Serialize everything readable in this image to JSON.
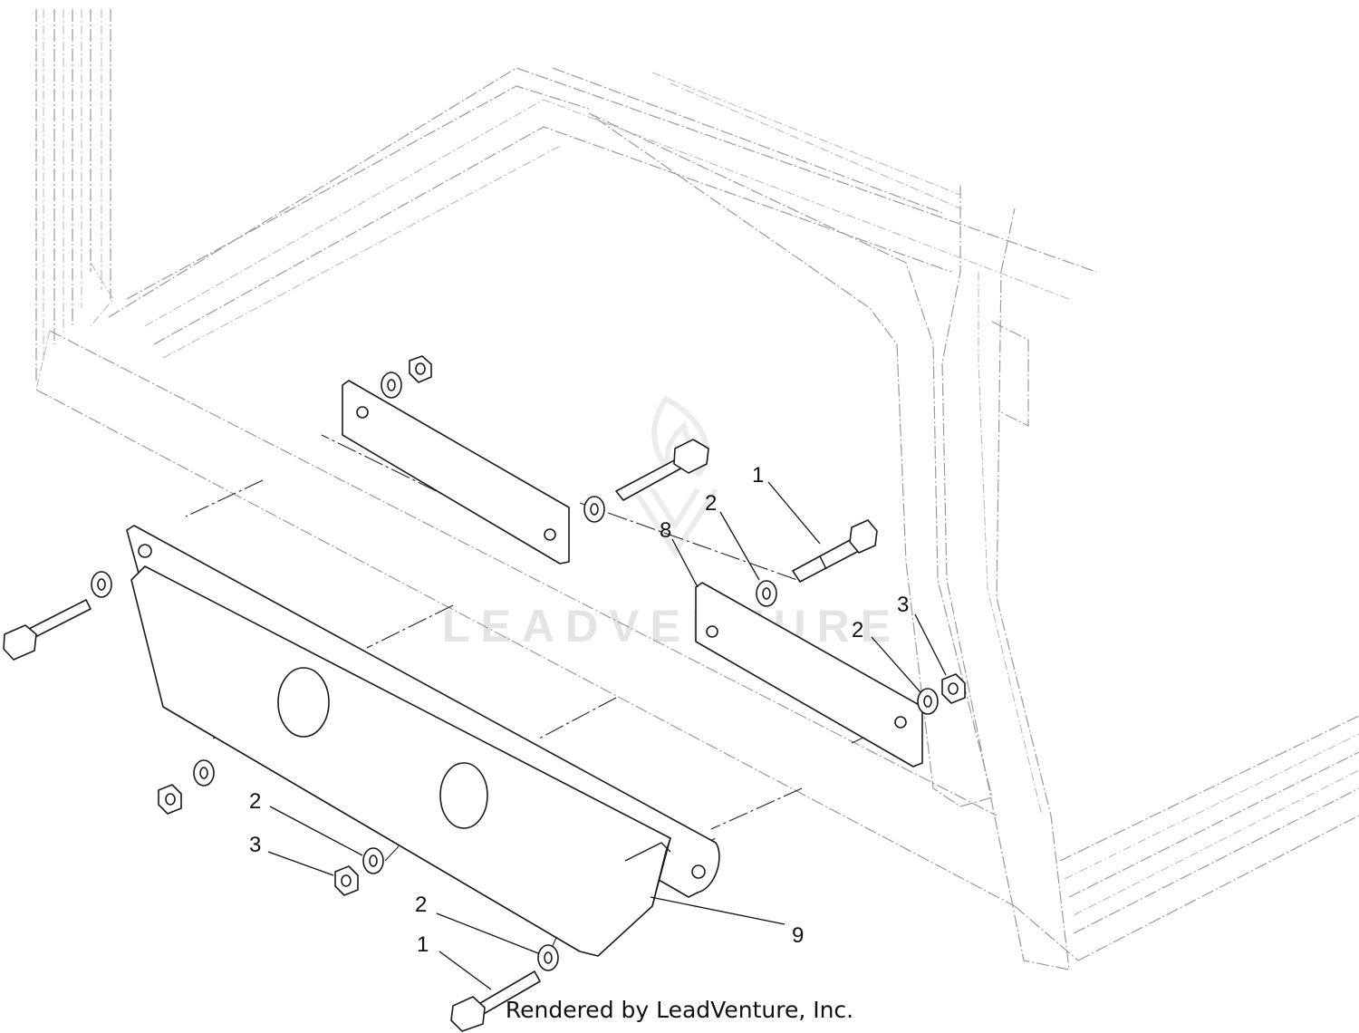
{
  "watermark": {
    "text": "LEADVENTURE"
  },
  "footer": {
    "text": "Rendered by LeadVenture, Inc."
  },
  "callouts": [
    {
      "id": "c1a",
      "label": "1"
    },
    {
      "id": "c2a",
      "label": "2"
    },
    {
      "id": "c8",
      "label": "8"
    },
    {
      "id": "c3a",
      "label": "3"
    },
    {
      "id": "c2b",
      "label": "2"
    },
    {
      "id": "c2c",
      "label": "2"
    },
    {
      "id": "c3b",
      "label": "3"
    },
    {
      "id": "c2d",
      "label": "2"
    },
    {
      "id": "c1b",
      "label": "1"
    },
    {
      "id": "c9",
      "label": "9"
    }
  ]
}
